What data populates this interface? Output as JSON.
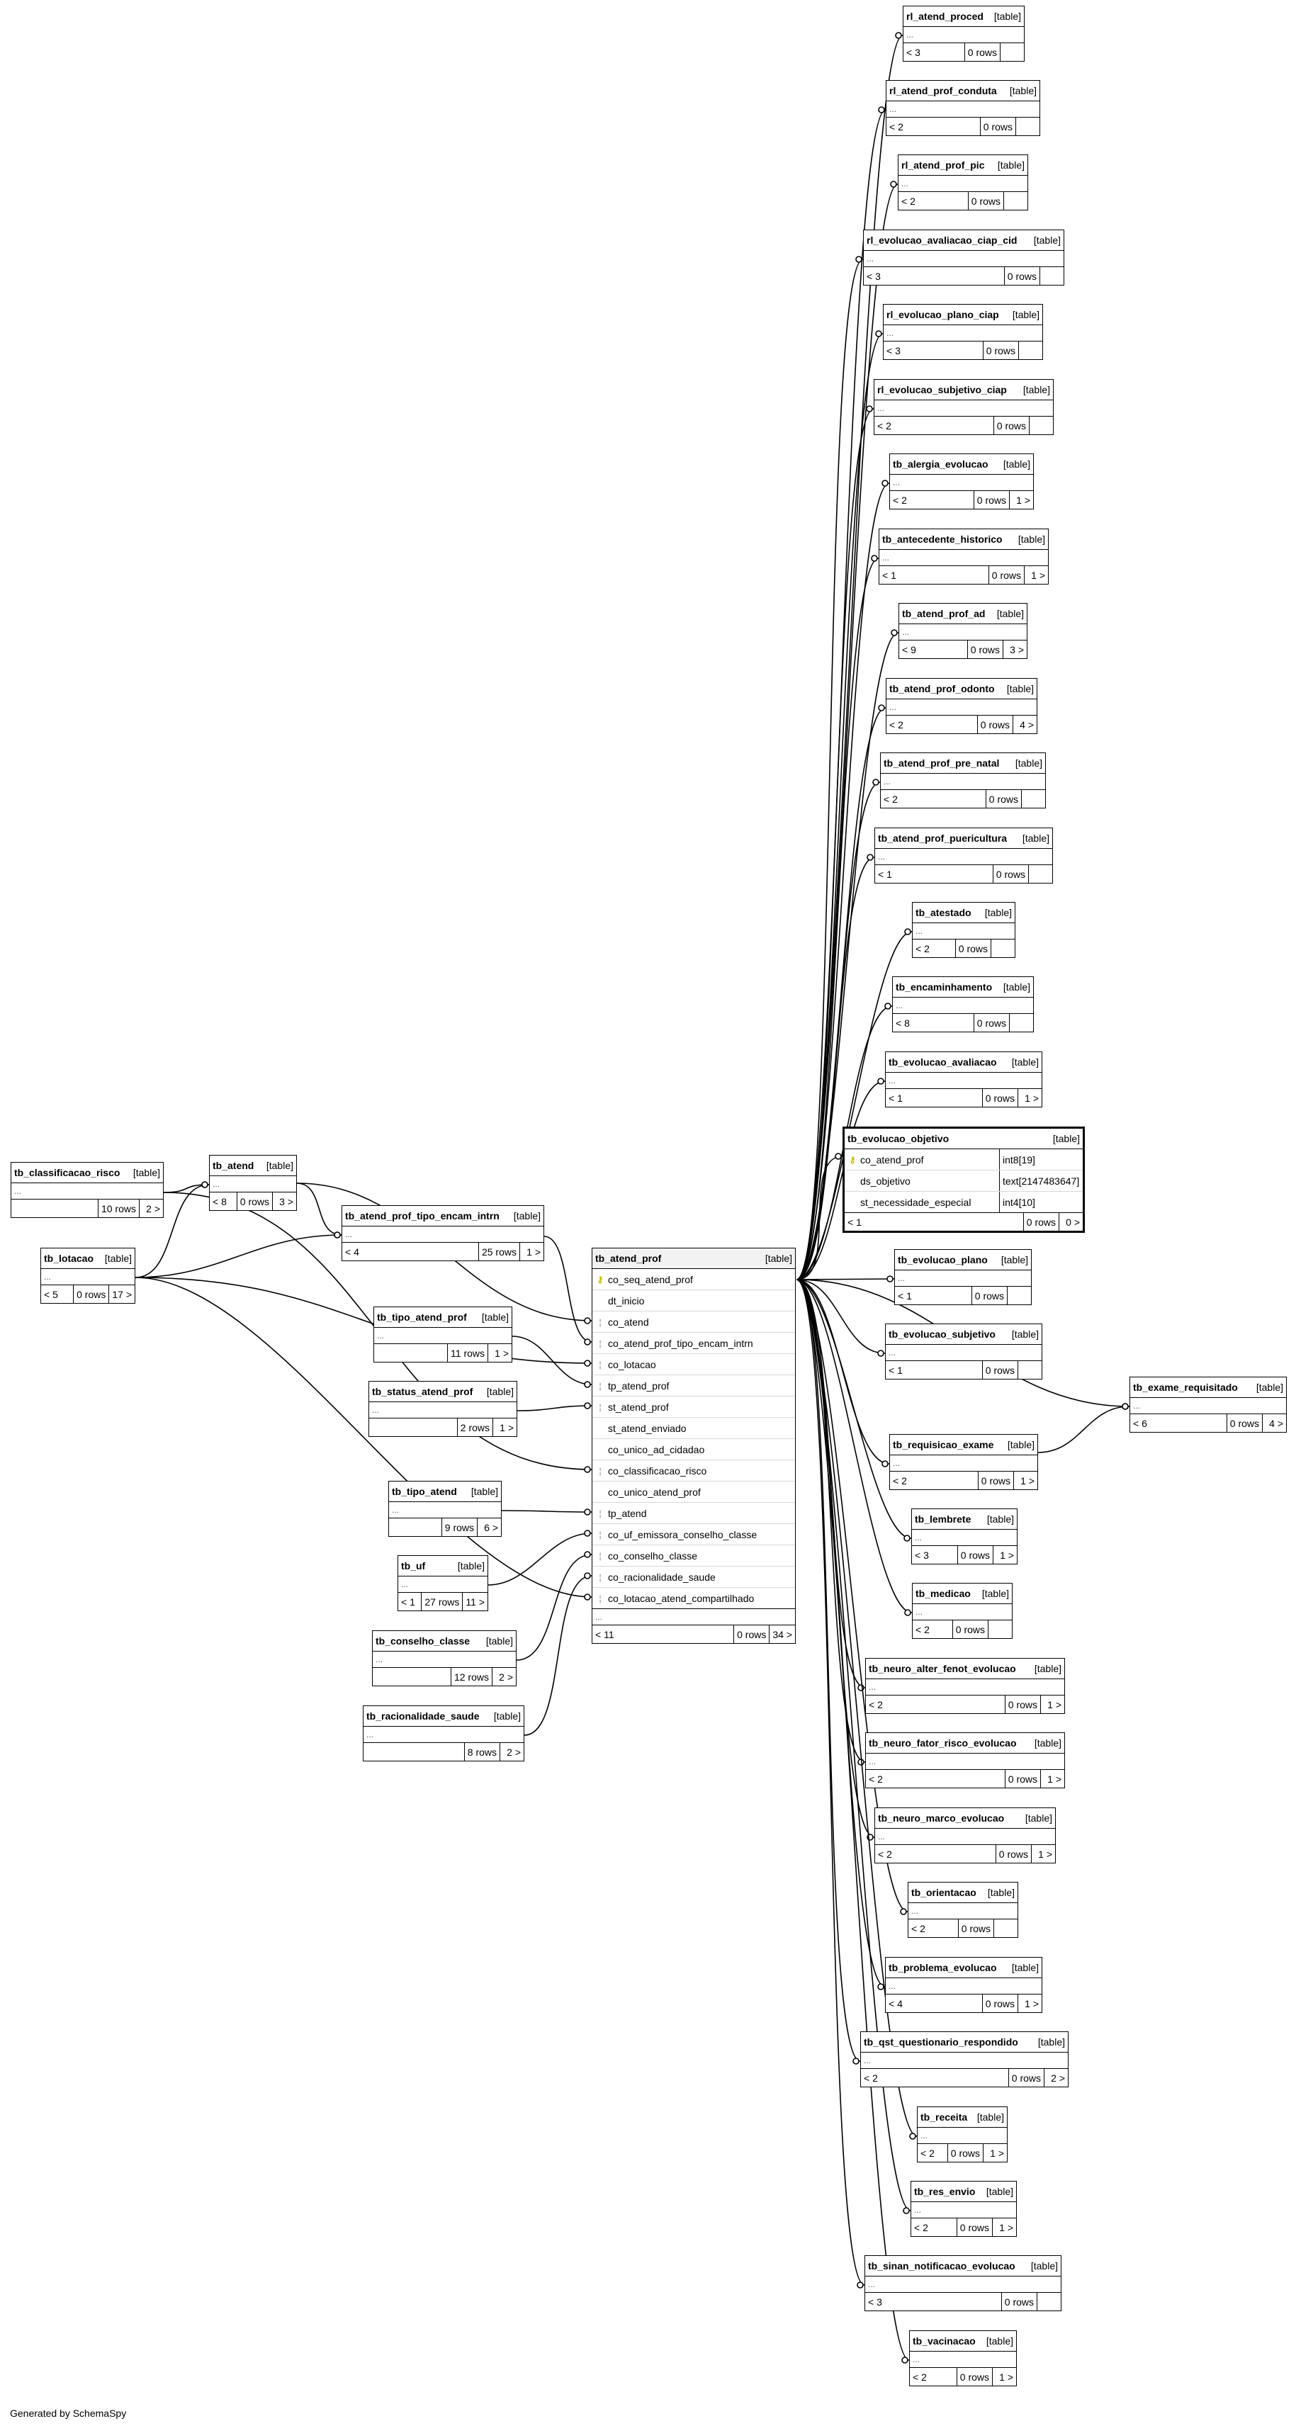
{
  "generator": "Generated by SchemaSpy",
  "central": {
    "name": "tb_atend_prof",
    "kind": "[table]",
    "columns": [
      {
        "mark": "pk",
        "name": "co_seq_atend_prof"
      },
      {
        "mark": "",
        "name": "dt_inicio"
      },
      {
        "mark": "fk",
        "name": "co_atend"
      },
      {
        "mark": "fk",
        "name": "co_atend_prof_tipo_encam_intrn"
      },
      {
        "mark": "fk",
        "name": "co_lotacao"
      },
      {
        "mark": "fk",
        "name": "tp_atend_prof"
      },
      {
        "mark": "fk",
        "name": "st_atend_prof"
      },
      {
        "mark": "",
        "name": "st_atend_enviado"
      },
      {
        "mark": "",
        "name": "co_unico_ad_cidadao"
      },
      {
        "mark": "fk",
        "name": "co_classificacao_risco"
      },
      {
        "mark": "",
        "name": "co_unico_atend_prof"
      },
      {
        "mark": "fk",
        "name": "tp_atend"
      },
      {
        "mark": "fk",
        "name": "co_uf_emissora_conselho_classe"
      },
      {
        "mark": "fk",
        "name": "co_conselho_classe"
      },
      {
        "mark": "fk",
        "name": "co_racionalidade_saude"
      },
      {
        "mark": "fk",
        "name": "co_lotacao_atend_compartilhado"
      }
    ],
    "ellipsis": "...",
    "footer": [
      "< 11",
      "0 rows",
      "34 >"
    ]
  },
  "focus": {
    "name": "tb_evolucao_objetivo",
    "kind": "[table]",
    "columns": [
      {
        "mark": "pk",
        "name": "co_atend_prof",
        "type": "int8[19]"
      },
      {
        "mark": "",
        "name": "ds_objetivo",
        "type": "text[2147483647]"
      },
      {
        "mark": "",
        "name": "st_necessidade_especial",
        "type": "int4[10]"
      }
    ],
    "footer": [
      "< 1",
      "0 rows",
      "0 >"
    ]
  },
  "tables": [
    {
      "name": "rl_atend_proced",
      "kind": "[table]",
      "ellipsis": "...",
      "footer": [
        "< 3",
        "0 rows",
        ""
      ]
    },
    {
      "name": "rl_atend_prof_conduta",
      "kind": "[table]",
      "ellipsis": "...",
      "footer": [
        "< 2",
        "0 rows",
        ""
      ]
    },
    {
      "name": "rl_atend_prof_pic",
      "kind": "[table]",
      "ellipsis": "...",
      "footer": [
        "< 2",
        "0 rows",
        ""
      ]
    },
    {
      "name": "rl_evolucao_avaliacao_ciap_cid",
      "kind": "[table]",
      "ellipsis": "...",
      "footer": [
        "< 3",
        "0 rows",
        ""
      ]
    },
    {
      "name": "rl_evolucao_plano_ciap",
      "kind": "[table]",
      "ellipsis": "...",
      "footer": [
        "< 3",
        "0 rows",
        ""
      ]
    },
    {
      "name": "rl_evolucao_subjetivo_ciap",
      "kind": "[table]",
      "ellipsis": "...",
      "footer": [
        "< 2",
        "0 rows",
        ""
      ]
    },
    {
      "name": "tb_alergia_evolucao",
      "kind": "[table]",
      "ellipsis": "...",
      "footer": [
        "< 2",
        "0 rows",
        "1 >"
      ]
    },
    {
      "name": "tb_antecedente_historico",
      "kind": "[table]",
      "ellipsis": "...",
      "footer": [
        "< 1",
        "0 rows",
        "1 >"
      ]
    },
    {
      "name": "tb_atend_prof_ad",
      "kind": "[table]",
      "ellipsis": "...",
      "footer": [
        "< 9",
        "0 rows",
        "3 >"
      ]
    },
    {
      "name": "tb_atend_prof_odonto",
      "kind": "[table]",
      "ellipsis": "...",
      "footer": [
        "< 2",
        "0 rows",
        "4 >"
      ]
    },
    {
      "name": "tb_atend_prof_pre_natal",
      "kind": "[table]",
      "ellipsis": "...",
      "footer": [
        "< 2",
        "0 rows",
        ""
      ]
    },
    {
      "name": "tb_atend_prof_puericultura",
      "kind": "[table]",
      "ellipsis": "...",
      "footer": [
        "< 1",
        "0 rows",
        ""
      ]
    },
    {
      "name": "tb_atestado",
      "kind": "[table]",
      "ellipsis": "...",
      "footer": [
        "< 2",
        "0 rows",
        ""
      ]
    },
    {
      "name": "tb_encaminhamento",
      "kind": "[table]",
      "ellipsis": "...",
      "footer": [
        "< 8",
        "0 rows",
        ""
      ]
    },
    {
      "name": "tb_evolucao_avaliacao",
      "kind": "[table]",
      "ellipsis": "...",
      "footer": [
        "< 1",
        "0 rows",
        "1 >"
      ]
    },
    {
      "name": "tb_evolucao_plano",
      "kind": "[table]",
      "ellipsis": "...",
      "footer": [
        "< 1",
        "0 rows",
        ""
      ]
    },
    {
      "name": "tb_evolucao_subjetivo",
      "kind": "[table]",
      "ellipsis": "...",
      "footer": [
        "< 1",
        "0 rows",
        ""
      ]
    },
    {
      "name": "tb_exame_requisitado",
      "kind": "[table]",
      "ellipsis": "...",
      "footer": [
        "< 6",
        "0 rows",
        "4 >"
      ]
    },
    {
      "name": "tb_requisicao_exame",
      "kind": "[table]",
      "ellipsis": "...",
      "footer": [
        "< 2",
        "0 rows",
        "1 >"
      ]
    },
    {
      "name": "tb_lembrete",
      "kind": "[table]",
      "ellipsis": "...",
      "footer": [
        "< 3",
        "0 rows",
        "1 >"
      ]
    },
    {
      "name": "tb_medicao",
      "kind": "[table]",
      "ellipsis": "...",
      "footer": [
        "< 2",
        "0 rows",
        ""
      ]
    },
    {
      "name": "tb_neuro_alter_fenot_evolucao",
      "kind": "[table]",
      "ellipsis": "...",
      "footer": [
        "< 2",
        "0 rows",
        "1 >"
      ]
    },
    {
      "name": "tb_neuro_fator_risco_evolucao",
      "kind": "[table]",
      "ellipsis": "...",
      "footer": [
        "< 2",
        "0 rows",
        "1 >"
      ]
    },
    {
      "name": "tb_neuro_marco_evolucao",
      "kind": "[table]",
      "ellipsis": "...",
      "footer": [
        "< 2",
        "0 rows",
        "1 >"
      ]
    },
    {
      "name": "tb_orientacao",
      "kind": "[table]",
      "ellipsis": "...",
      "footer": [
        "< 2",
        "0 rows",
        ""
      ]
    },
    {
      "name": "tb_problema_evolucao",
      "kind": "[table]",
      "ellipsis": "...",
      "footer": [
        "< 4",
        "0 rows",
        "1 >"
      ]
    },
    {
      "name": "tb_qst_questionario_respondido",
      "kind": "[table]",
      "ellipsis": "...",
      "footer": [
        "< 2",
        "0 rows",
        "2 >"
      ]
    },
    {
      "name": "tb_receita",
      "kind": "[table]",
      "ellipsis": "...",
      "footer": [
        "< 2",
        "0 rows",
        "1 >"
      ]
    },
    {
      "name": "tb_res_envio",
      "kind": "[table]",
      "ellipsis": "...",
      "footer": [
        "< 2",
        "0 rows",
        "1 >"
      ]
    },
    {
      "name": "tb_sinan_notificacao_evolucao",
      "kind": "[table]",
      "ellipsis": "...",
      "footer": [
        "< 3",
        "0 rows",
        ""
      ]
    },
    {
      "name": "tb_vacinacao",
      "kind": "[table]",
      "ellipsis": "...",
      "footer": [
        "< 2",
        "0 rows",
        "1 >"
      ]
    },
    {
      "name": "tb_classificacao_risco",
      "kind": "[table]",
      "ellipsis": "...",
      "footer": [
        "",
        "10 rows",
        "2 >"
      ]
    },
    {
      "name": "tb_atend",
      "kind": "[table]",
      "ellipsis": "...",
      "footer": [
        "< 8",
        "0 rows",
        "3 >"
      ]
    },
    {
      "name": "tb_lotacao",
      "kind": "[table]",
      "ellipsis": "...",
      "footer": [
        "< 5",
        "0 rows",
        "17 >"
      ]
    },
    {
      "name": "tb_atend_prof_tipo_encam_intrn",
      "kind": "[table]",
      "ellipsis": "...",
      "footer": [
        "< 4",
        "25 rows",
        "1 >"
      ]
    },
    {
      "name": "tb_tipo_atend_prof",
      "kind": "[table]",
      "ellipsis": "...",
      "footer": [
        "",
        "11 rows",
        "1 >"
      ]
    },
    {
      "name": "tb_status_atend_prof",
      "kind": "[table]",
      "ellipsis": "...",
      "footer": [
        "",
        "2 rows",
        "1 >"
      ]
    },
    {
      "name": "tb_tipo_atend",
      "kind": "[table]",
      "ellipsis": "...",
      "footer": [
        "",
        "9 rows",
        "6 >"
      ]
    },
    {
      "name": "tb_uf",
      "kind": "[table]",
      "ellipsis": "...",
      "footer": [
        "< 1",
        "27 rows",
        "11 >"
      ]
    },
    {
      "name": "tb_conselho_classe",
      "kind": "[table]",
      "ellipsis": "...",
      "footer": [
        "",
        "12 rows",
        "2 >"
      ]
    },
    {
      "name": "tb_racionalidade_saude",
      "kind": "[table]",
      "ellipsis": "...",
      "footer": [
        "",
        "8 rows",
        "2 >"
      ]
    }
  ]
}
